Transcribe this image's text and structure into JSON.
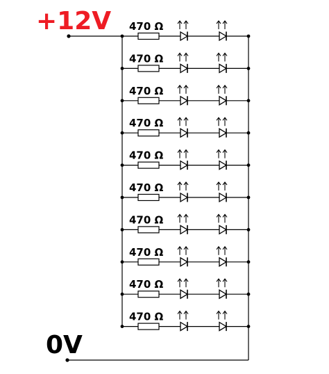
{
  "supply_positive": {
    "label": "+12V",
    "color": "#ee1c24"
  },
  "supply_ground": {
    "label": "0V",
    "color": "#000000"
  },
  "rows": [
    {
      "resistor_label": "470 Ω"
    },
    {
      "resistor_label": "470 Ω"
    },
    {
      "resistor_label": "470 Ω"
    },
    {
      "resistor_label": "470 Ω"
    },
    {
      "resistor_label": "470 Ω"
    },
    {
      "resistor_label": "470 Ω"
    },
    {
      "resistor_label": "470 Ω"
    },
    {
      "resistor_label": "470 Ω"
    },
    {
      "resistor_label": "470 Ω"
    },
    {
      "resistor_label": "470 Ω"
    }
  ],
  "components": {
    "resistor_icon": "resistor-icon",
    "led_icon": "led-icon",
    "leds_per_row": 2
  }
}
